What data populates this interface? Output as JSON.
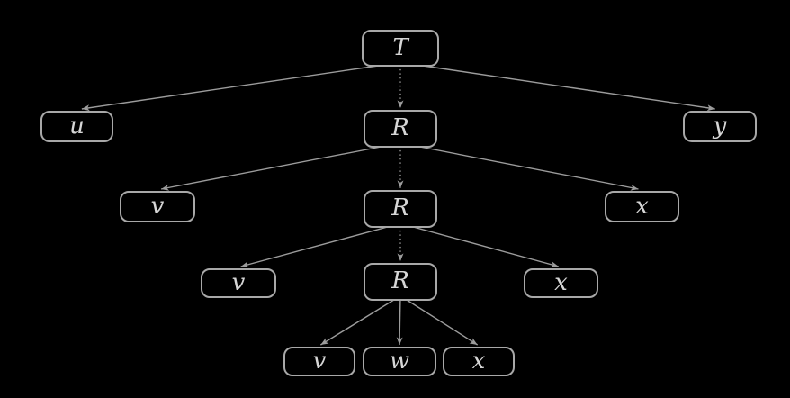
{
  "diagram": {
    "type": "tree",
    "background_color": "#000000",
    "node_border_color": "#a8a8a8",
    "edge_color": "#9c9c9c",
    "label_color": "#d6d6d6",
    "nodes": [
      {
        "id": "T",
        "label": "T",
        "level": 1
      },
      {
        "id": "u",
        "label": "u",
        "level": 2
      },
      {
        "id": "R1",
        "label": "R",
        "level": 2
      },
      {
        "id": "y",
        "label": "y",
        "level": 2
      },
      {
        "id": "v1",
        "label": "v",
        "level": 3
      },
      {
        "id": "R2",
        "label": "R",
        "level": 3
      },
      {
        "id": "x1",
        "label": "x",
        "level": 3
      },
      {
        "id": "v2",
        "label": "v",
        "level": 4
      },
      {
        "id": "R3",
        "label": "R",
        "level": 4
      },
      {
        "id": "x2",
        "label": "x",
        "level": 4
      },
      {
        "id": "v3",
        "label": "v",
        "level": 5
      },
      {
        "id": "w1",
        "label": "w",
        "level": 5
      },
      {
        "id": "x3",
        "label": "x",
        "level": 5
      }
    ],
    "edges": [
      {
        "from": "T",
        "to": "u",
        "style": "solid"
      },
      {
        "from": "T",
        "to": "R1",
        "style": "dotted"
      },
      {
        "from": "T",
        "to": "y",
        "style": "solid"
      },
      {
        "from": "R1",
        "to": "v1",
        "style": "solid"
      },
      {
        "from": "R1",
        "to": "R2",
        "style": "dotted"
      },
      {
        "from": "R1",
        "to": "x1",
        "style": "solid"
      },
      {
        "from": "R2",
        "to": "v2",
        "style": "solid"
      },
      {
        "from": "R2",
        "to": "R3",
        "style": "dotted"
      },
      {
        "from": "R2",
        "to": "x2",
        "style": "solid"
      },
      {
        "from": "R3",
        "to": "v3",
        "style": "solid"
      },
      {
        "from": "R3",
        "to": "w1",
        "style": "solid"
      },
      {
        "from": "R3",
        "to": "x3",
        "style": "solid"
      }
    ]
  }
}
